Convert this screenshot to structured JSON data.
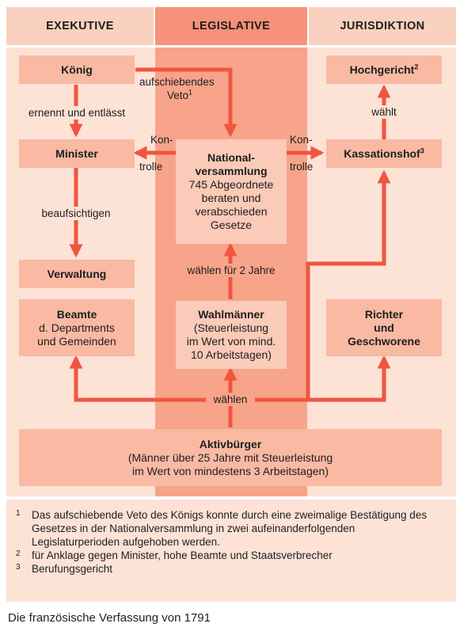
{
  "headers": {
    "executive": "EXEKUTIVE",
    "legislative": "LEGISLATIVE",
    "judiciary": "JURISDIKTION"
  },
  "boxes": {
    "koenig": "König",
    "minister": "Minister",
    "verwaltung": "Verwaltung",
    "beamte": [
      "Beamte",
      "d. Departments",
      "und Gemeinden"
    ],
    "nationalversammlung": [
      "National-",
      "versammlung",
      "745 Abgeordnete",
      "beraten und",
      "verabschieden",
      "Gesetze"
    ],
    "wahlmaenner": [
      "Wahlmänner",
      "(Steuerleistung",
      "im Wert von mind.",
      "10 Arbeitstagen)"
    ],
    "hochgericht": "Hochgericht",
    "hochgericht_sup": "2",
    "kassationshof": "Kassationshof",
    "kassationshof_sup": "3",
    "richter": [
      "Richter",
      "und",
      "Geschworene"
    ],
    "aktivbuerger": [
      "Aktivbürger",
      "(Männer über 25 Jahre mit Steuerleistung",
      "im Wert von mindestens 3 Arbeitstagen)"
    ]
  },
  "labels": {
    "veto": [
      "aufschiebendes",
      "Veto"
    ],
    "veto_sup": "1",
    "ernennt": "ernennt und entlässt",
    "kontrolle_left": [
      "Kon-",
      "trolle"
    ],
    "kontrolle_right": [
      "Kon-",
      "trolle"
    ],
    "beaufsichtigen": "beaufsichtigen",
    "waehlt": "wählt",
    "waehlen_2": "wählen für 2 Jahre",
    "waehlen": "wählen"
  },
  "footnotes": [
    {
      "num": "1",
      "text": "Das aufschiebende Veto des Königs konnte durch eine zweimalige Bestätigung des Gesetzes in der Nationalversammlung in zwei aufeinanderfolgenden Legislaturperioden aufgehoben werden."
    },
    {
      "num": "2",
      "text": "für Anklage gegen Minister, hohe Beamte und Staatsverbrecher"
    },
    {
      "num": "3",
      "text": "Berufungsgericht"
    }
  ],
  "caption": "Die französische Verfassung von 1791",
  "colors": {
    "arrow": "#f0553f",
    "panel": "#fde2d6",
    "middle_column": "#f7a48b",
    "box": "#f9b9a3"
  }
}
